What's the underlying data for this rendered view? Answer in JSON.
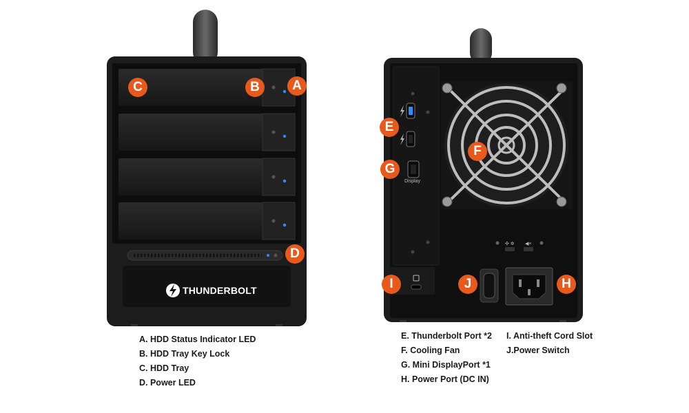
{
  "markers": {
    "A": "A",
    "B": "B",
    "C": "C",
    "D": "D",
    "E": "E",
    "F": "F",
    "G": "G",
    "H": "H",
    "I": "I",
    "J": "J"
  },
  "front_logo": "THUNDERBOLT",
  "port_label_display": "Display",
  "legend_front": [
    "A. HDD Status Indicator LED",
    "B. HDD Tray Key Lock",
    "C. HDD Tray",
    "D. Power LED"
  ],
  "legend_back_left": [
    "E. Thunderbolt Port *2",
    "F. Cooling Fan",
    "G. Mini DisplayPort *1",
    "H. Power Port (DC IN)"
  ],
  "legend_back_right": [
    "I. Anti-theft Cord Slot",
    "J.Power Switch"
  ],
  "colors": {
    "marker": "#e85a1c",
    "chassis": "#1c1c1c",
    "led": "#2f8cff"
  }
}
